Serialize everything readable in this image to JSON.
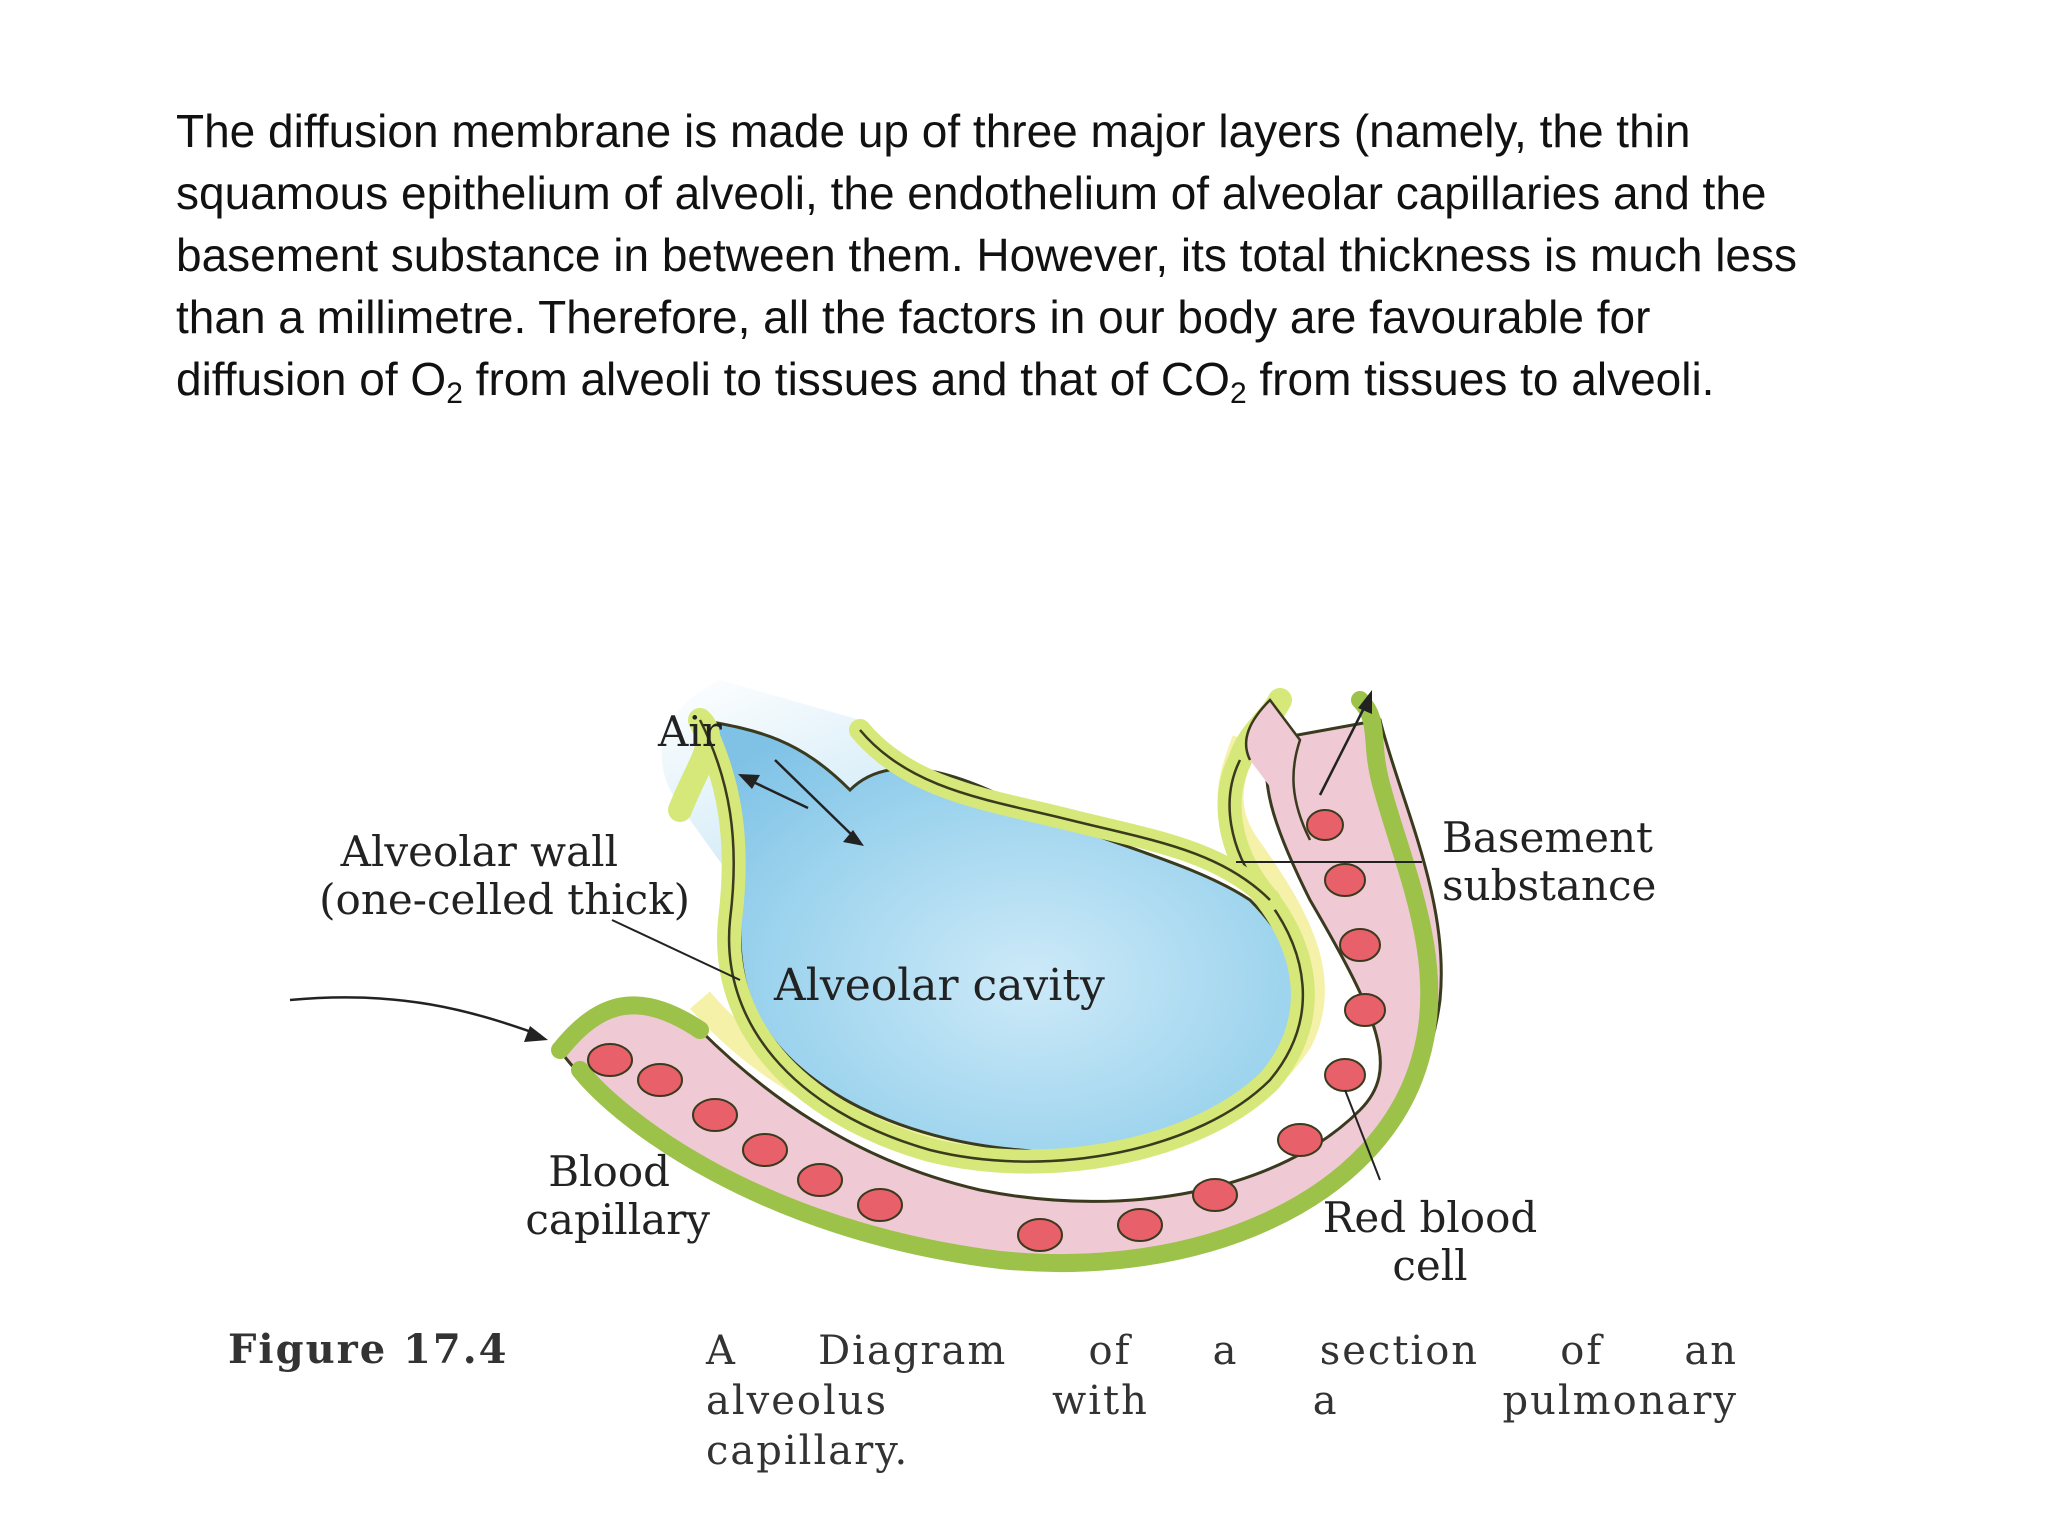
{
  "paragraph": {
    "line1": "The diffusion membrane is made up of three major layers (namely, the thin",
    "line2": "squamous epithelium of alveoli, the endothelium of alveolar capillaries and the",
    "line3": "basement substance in between them. However, its total thickness is much less",
    "line4": "than a millimetre. Therefore, all the factors in our body are favourable for",
    "line5_a": "diffusion of O",
    "line5_sub1": "2",
    "line5_b": " from alveoli to tissues and that of CO",
    "line5_sub2": "2",
    "line5_c": " from tissues to alveoli."
  },
  "figure": {
    "labels": {
      "air": "Air",
      "alveolar_wall_1": "Alveolar wall",
      "alveolar_wall_2": "(one-celled thick)",
      "alveolar_cavity": "Alveolar cavity",
      "basement_1": "Basement",
      "basement_2": "substance",
      "blood_capillary_1": "Blood",
      "blood_capillary_2": "capillary",
      "red_blood_cell_1": "Red blood",
      "red_blood_cell_2": "cell"
    },
    "caption": {
      "number": "Figure 17.4",
      "line1_words": [
        "A",
        "Diagram",
        "of",
        "a",
        "section",
        "of",
        "an"
      ],
      "line2_words": [
        "alveolus",
        "with",
        "a",
        "pulmonary"
      ],
      "line3": "capillary."
    },
    "colors": {
      "cavity": "#9ed4ee",
      "cavity_light": "#e6f4fb",
      "epithelium": "#d6e87a",
      "epithelium_dark": "#9cc24a",
      "capillary": "#efc9d4",
      "rbc": "#e8606a",
      "rbc_rim": "#f7b8bc",
      "basement": "#f4f0a0",
      "outline": "#3a3a1e"
    }
  }
}
